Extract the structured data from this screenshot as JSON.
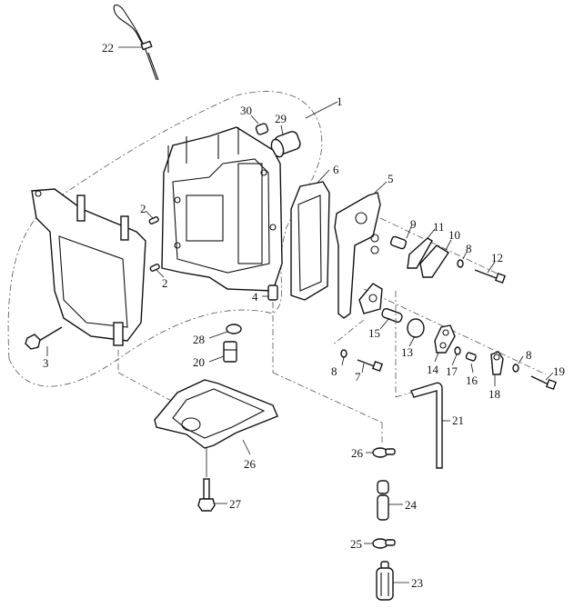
{
  "diagram": {
    "type": "exploded-parts-diagram",
    "subject": "outboard cylinder block assembly",
    "colors": {
      "line": "#111111",
      "background": "#ffffff",
      "guide": "#555555"
    },
    "labels": [
      {
        "id": "l22",
        "text": "22",
        "part": "oil dipstick"
      },
      {
        "id": "l30",
        "text": "30",
        "part": "small plug"
      },
      {
        "id": "l29",
        "text": "29",
        "part": "bushing"
      },
      {
        "id": "l1",
        "text": "1",
        "part": "cylinder block assembly (group outline)"
      },
      {
        "id": "l6",
        "text": "6",
        "part": "cover gasket"
      },
      {
        "id": "l5",
        "text": "5",
        "part": "cover plate"
      },
      {
        "id": "l9",
        "text": "9",
        "part": "fitting"
      },
      {
        "id": "l11",
        "text": "11",
        "part": "gasket"
      },
      {
        "id": "l10",
        "text": "10",
        "part": "cover"
      },
      {
        "id": "l8a",
        "text": "8",
        "part": "washer"
      },
      {
        "id": "l12",
        "text": "12",
        "part": "bolt"
      },
      {
        "id": "l2a",
        "text": "2",
        "part": "dowel pin"
      },
      {
        "id": "l2b",
        "text": "2",
        "part": "dowel pin"
      },
      {
        "id": "l4",
        "text": "4",
        "part": "sleeve"
      },
      {
        "id": "l3",
        "text": "3",
        "part": "flange bolt"
      },
      {
        "id": "l15",
        "text": "15",
        "part": "pin"
      },
      {
        "id": "l13",
        "text": "13",
        "part": "collar"
      },
      {
        "id": "l14",
        "text": "14",
        "part": "lever"
      },
      {
        "id": "l17",
        "text": "17",
        "part": "washer"
      },
      {
        "id": "l16",
        "text": "16",
        "part": "screw"
      },
      {
        "id": "l18",
        "text": "18",
        "part": "link joint"
      },
      {
        "id": "l8b",
        "text": "8",
        "part": "washer"
      },
      {
        "id": "l19",
        "text": "19",
        "part": "bolt"
      },
      {
        "id": "l8c",
        "text": "8",
        "part": "washer"
      },
      {
        "id": "l7",
        "text": "7",
        "part": "bolt"
      },
      {
        "id": "l28",
        "text": "28",
        "part": "o-ring"
      },
      {
        "id": "l20",
        "text": "20",
        "part": "fitting"
      },
      {
        "id": "l21",
        "text": "21",
        "part": "L-shaped hose"
      },
      {
        "id": "l26a",
        "text": "26",
        "part": "base gasket"
      },
      {
        "id": "l26b",
        "text": "26",
        "part": "hose clip"
      },
      {
        "id": "l27",
        "text": "27",
        "part": "flange bolt"
      },
      {
        "id": "l24",
        "text": "24",
        "part": "hose"
      },
      {
        "id": "l25",
        "text": "25",
        "part": "hose clip"
      },
      {
        "id": "l23",
        "text": "23",
        "part": "fuel filter"
      }
    ]
  }
}
